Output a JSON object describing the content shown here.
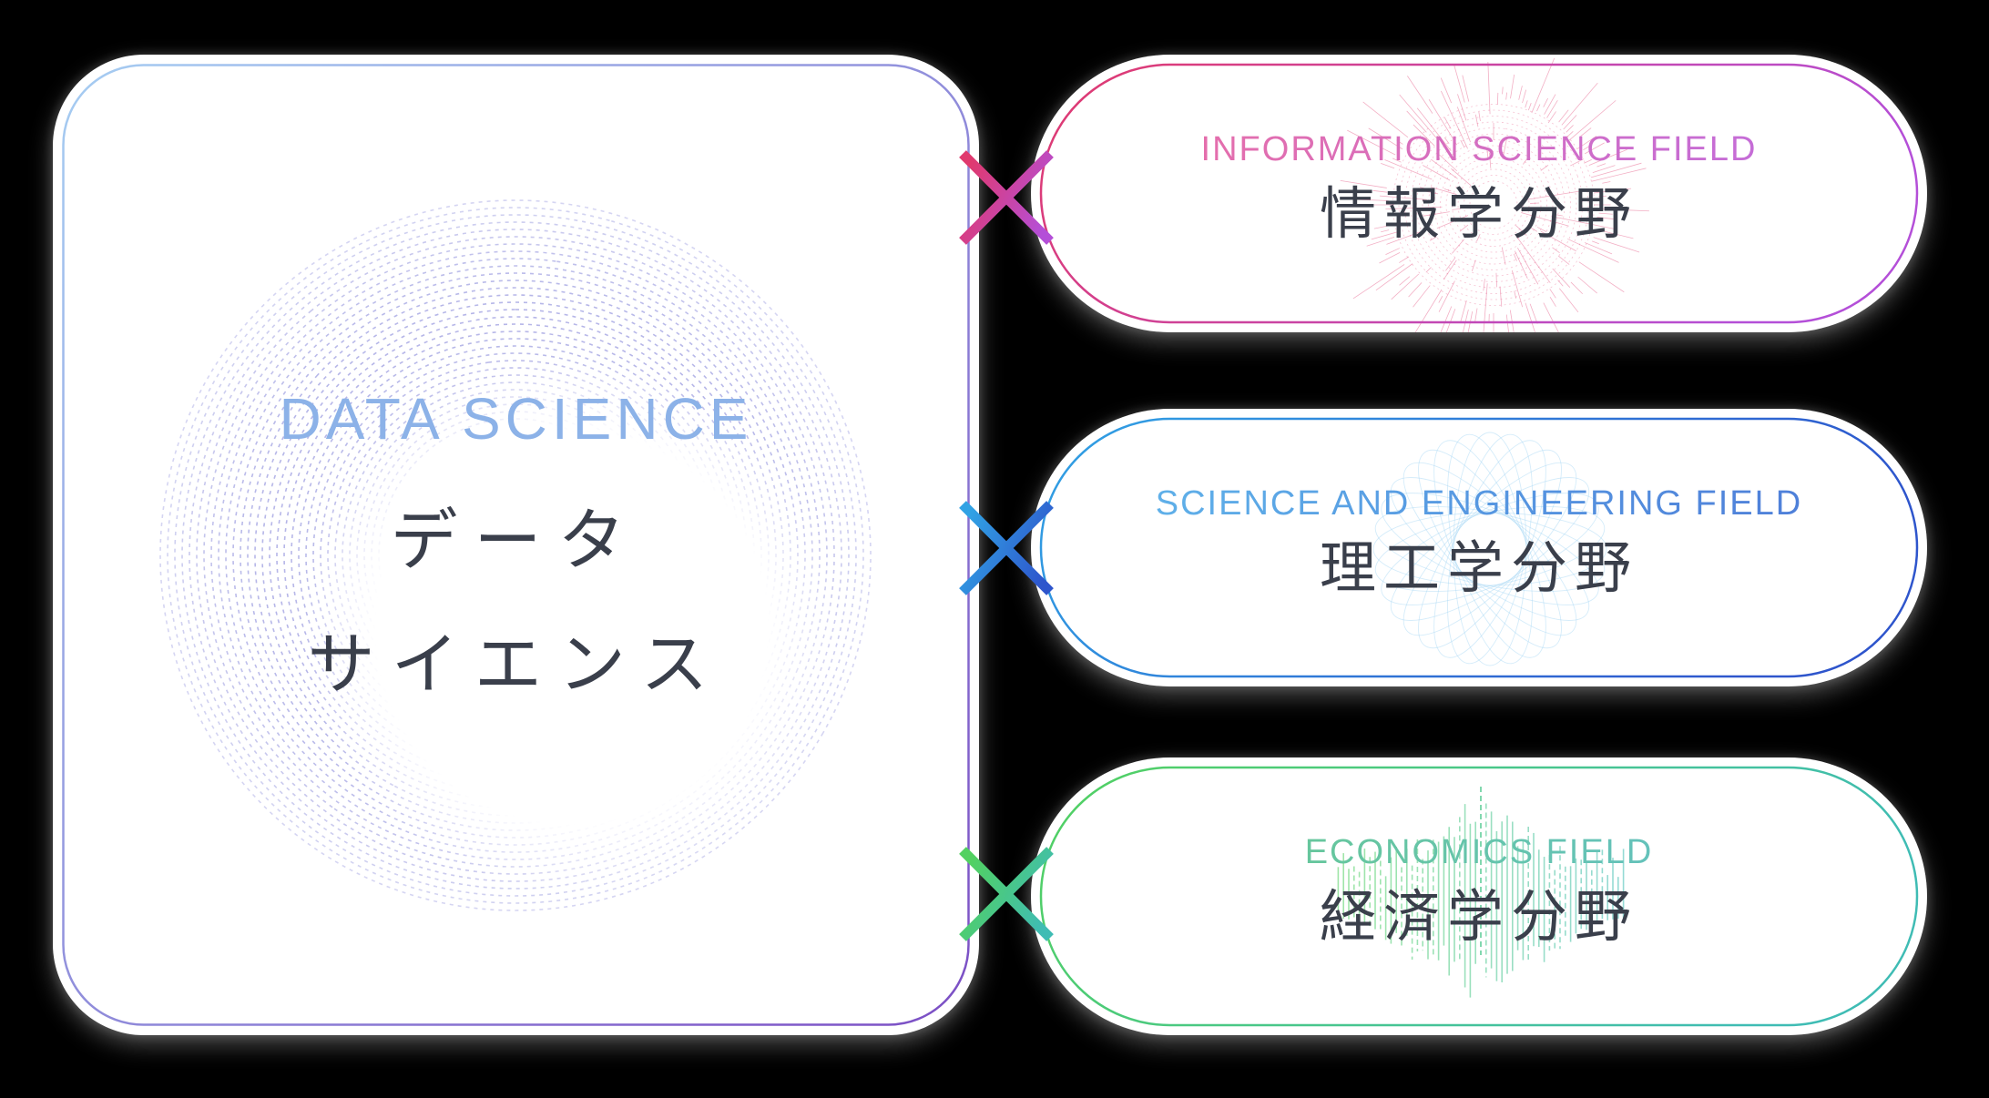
{
  "canvas": {
    "background": "#000000"
  },
  "colors": {
    "jp_text": "#3a3f4b"
  },
  "main_card": {
    "title_en": "DATA SCIENCE",
    "title_en_color": "#8cb2e8",
    "title_jp": [
      "データ",
      "サイエンス"
    ],
    "border_start": "#a6cdf2",
    "border_end": "#7b4ec4",
    "pattern": "concentric-dashed-rings"
  },
  "fields": [
    {
      "label_en": "INFORMATION SCIENCE FIELD",
      "label_jp": "情報学分野",
      "border_start": "#e0396e",
      "border_end": "#b44fd8",
      "text_start": "#ee6f9f",
      "text_end": "#bb6ce4",
      "pattern": "mandala-rays"
    },
    {
      "label_en": "SCIENCE AND ENGINEERING FIELD",
      "label_jp": "理工学分野",
      "border_start": "#31a2e4",
      "border_end": "#2e55cc",
      "text_start": "#62b9ec",
      "text_end": "#4b76d6",
      "pattern": "spirograph-hexagon"
    },
    {
      "label_en": "ECONOMICS FIELD",
      "label_jp": "経済学分野",
      "border_start": "#52d160",
      "border_end": "#3fbcb4",
      "text_start": "#68c985",
      "text_end": "#63bfd2",
      "pattern": "waveform-bars"
    }
  ],
  "connectors": [
    {
      "symbol": "×"
    },
    {
      "symbol": "×"
    },
    {
      "symbol": "×"
    }
  ]
}
